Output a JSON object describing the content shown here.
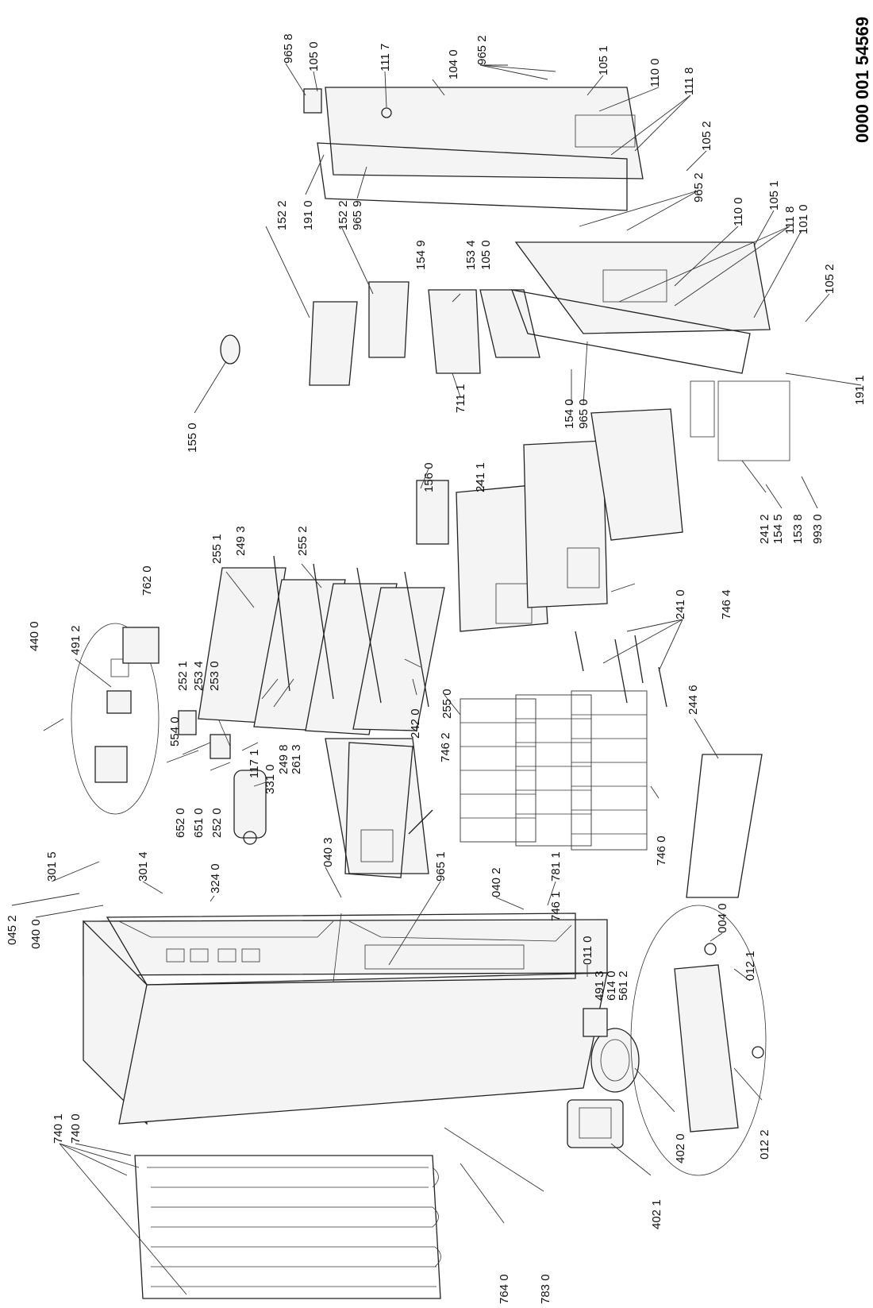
{
  "document_id": "0000 001 54569",
  "callouts": [
    {
      "id": "c-0452",
      "text": "045 2"
    },
    {
      "id": "c-0400",
      "text": "040 0"
    },
    {
      "id": "c-3015",
      "text": "301 5"
    },
    {
      "id": "c-3014",
      "text": "301 4"
    },
    {
      "id": "c-3240",
      "text": "324 0"
    },
    {
      "id": "c-0403",
      "text": "040 3"
    },
    {
      "id": "c-0402",
      "text": "040 2"
    },
    {
      "id": "c-7811",
      "text": "781 1"
    },
    {
      "id": "c-7461",
      "text": "746 1"
    },
    {
      "id": "c-9651",
      "text": "965 1"
    },
    {
      "id": "c-0110",
      "text": "011 0"
    },
    {
      "id": "c-4913",
      "text": "491 3"
    },
    {
      "id": "c-6140",
      "text": "614 0"
    },
    {
      "id": "c-5612",
      "text": "561 2"
    },
    {
      "id": "c-0040",
      "text": "004 0"
    },
    {
      "id": "c-0121",
      "text": "012 1"
    },
    {
      "id": "c-0122",
      "text": "012 2"
    },
    {
      "id": "c-4020",
      "text": "402 0"
    },
    {
      "id": "c-4021",
      "text": "402 1"
    },
    {
      "id": "c-7830",
      "text": "783 0"
    },
    {
      "id": "c-7640",
      "text": "764 0"
    },
    {
      "id": "c-7401",
      "text": "740 1"
    },
    {
      "id": "c-7400",
      "text": "740 0"
    },
    {
      "id": "c-4400",
      "text": "440 0"
    },
    {
      "id": "c-4912",
      "text": "491 2"
    },
    {
      "id": "c-7620",
      "text": "762 0"
    },
    {
      "id": "c-5540",
      "text": "554 0"
    },
    {
      "id": "c-6520",
      "text": "652 0"
    },
    {
      "id": "c-6510",
      "text": "651 0"
    },
    {
      "id": "c-2520",
      "text": "252 0"
    },
    {
      "id": "c-2521",
      "text": "252 1"
    },
    {
      "id": "c-2534",
      "text": "253 4"
    },
    {
      "id": "c-2530",
      "text": "253 0"
    },
    {
      "id": "c-1171",
      "text": "117 1"
    },
    {
      "id": "c-3310",
      "text": "331 0"
    },
    {
      "id": "c-2498",
      "text": "249 8"
    },
    {
      "id": "c-2613",
      "text": "261 3"
    },
    {
      "id": "c-2420",
      "text": "242 0"
    },
    {
      "id": "c-2551",
      "text": "255 1"
    },
    {
      "id": "c-2493",
      "text": "249 3"
    },
    {
      "id": "c-2552",
      "text": "255 2"
    },
    {
      "id": "c-2550",
      "text": "255 0"
    },
    {
      "id": "c-7462",
      "text": "746 2"
    },
    {
      "id": "c-7460",
      "text": "746 0"
    },
    {
      "id": "c-2446",
      "text": "244 6"
    },
    {
      "id": "c-7464",
      "text": "746 4"
    },
    {
      "id": "c-2410",
      "text": "241 0"
    },
    {
      "id": "c-1560",
      "text": "156 0"
    },
    {
      "id": "c-2411",
      "text": "241 1"
    },
    {
      "id": "c-1550",
      "text": "155 0"
    },
    {
      "id": "c-1522a",
      "text": "152 2"
    },
    {
      "id": "c-1522b",
      "text": "152 2"
    },
    {
      "id": "c-1910",
      "text": "191 0"
    },
    {
      "id": "c-9659",
      "text": "965 9"
    },
    {
      "id": "c-9658",
      "text": "965 8"
    },
    {
      "id": "c-1050a",
      "text": "105 0"
    },
    {
      "id": "c-1117",
      "text": "111 7"
    },
    {
      "id": "c-1040",
      "text": "104 0"
    },
    {
      "id": "c-9652a",
      "text": "965 2"
    },
    {
      "id": "c-1051a",
      "text": "105 1"
    },
    {
      "id": "c-1100a",
      "text": "110 0"
    },
    {
      "id": "c-1118a",
      "text": "111 8"
    },
    {
      "id": "c-1052a",
      "text": "105 2"
    },
    {
      "id": "c-9652b",
      "text": "965 2"
    },
    {
      "id": "c-1100b",
      "text": "110 0"
    },
    {
      "id": "c-1051b",
      "text": "105 1"
    },
    {
      "id": "c-1118b",
      "text": "111 8"
    },
    {
      "id": "c-1010",
      "text": "101 0"
    },
    {
      "id": "c-1052b",
      "text": "105 2"
    },
    {
      "id": "c-1549",
      "text": "154 9"
    },
    {
      "id": "c-1534",
      "text": "153 4"
    },
    {
      "id": "c-1050b",
      "text": "105 0"
    },
    {
      "id": "c-7111",
      "text": "711 1"
    },
    {
      "id": "c-1540",
      "text": "154 0"
    },
    {
      "id": "c-9650",
      "text": "965 0"
    },
    {
      "id": "c-1911",
      "text": "191 1"
    },
    {
      "id": "c-2412",
      "text": "241 2"
    },
    {
      "id": "c-1545",
      "text": "154 5"
    },
    {
      "id": "c-1538",
      "text": "153 8"
    },
    {
      "id": "c-9930",
      "text": "993 0"
    }
  ]
}
